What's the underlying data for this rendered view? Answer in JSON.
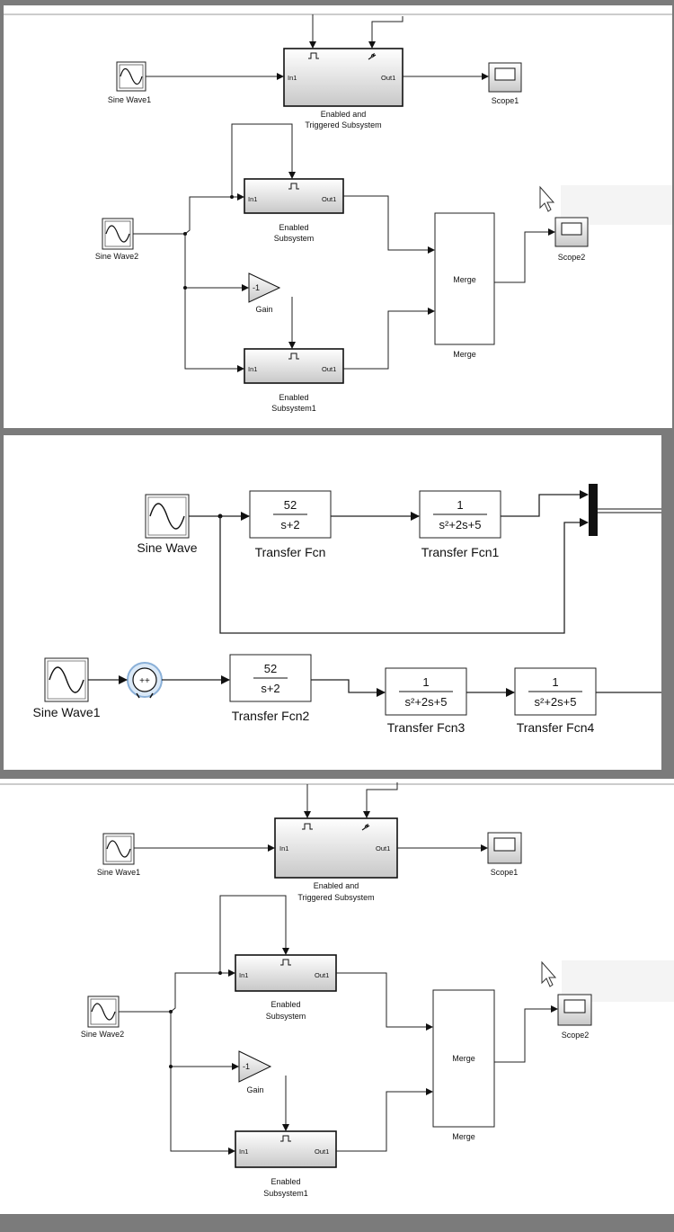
{
  "panel1": {
    "sine1": "Sine Wave1",
    "sine2": "Sine Wave2",
    "scope1": "Scope1",
    "scope2": "Scope2",
    "ets_title_line1": "Enabled and",
    "ets_title_line2": "Triggered Subsystem",
    "es_title_line1": "Enabled",
    "es_title_line2": "Subsystem",
    "es1_title_line1": "Enabled",
    "es1_title_line2": "Subsystem1",
    "port_in": "In1",
    "port_out": "Out1",
    "gain_value": "-1",
    "gain_label": "Gain",
    "merge_inner": "Merge",
    "merge_label": "Merge"
  },
  "panel2": {
    "sine_wave": "Sine Wave",
    "sine_wave1": "Sine Wave1",
    "tf_num_a": "52",
    "tf_den_a": "s+2",
    "tf_num_b": "1",
    "tf_den_b": "s²+2s+5",
    "tf_label": "Transfer Fcn",
    "tf1_label": "Transfer Fcn1",
    "tf2_label": "Transfer Fcn2",
    "tf3_label": "Transfer Fcn3",
    "tf4_label": "Transfer Fcn4",
    "sum_signs": "++"
  },
  "panel3": {
    "sine1": "Sine Wave1",
    "sine2": "Sine Wave2",
    "scope1": "Scope1",
    "scope2": "Scope2",
    "ets_title_line1": "Enabled and",
    "ets_title_line2": "Triggered Subsystem",
    "es_title_line1": "Enabled",
    "es_title_line2": "Subsystem",
    "es1_title_line1": "Enabled",
    "es1_title_line2": "Subsystem1",
    "port_in": "In1",
    "port_out": "Out1",
    "gain_value": "-1",
    "gain_label": "Gain",
    "merge_inner": "Merge",
    "merge_label": "Merge"
  }
}
